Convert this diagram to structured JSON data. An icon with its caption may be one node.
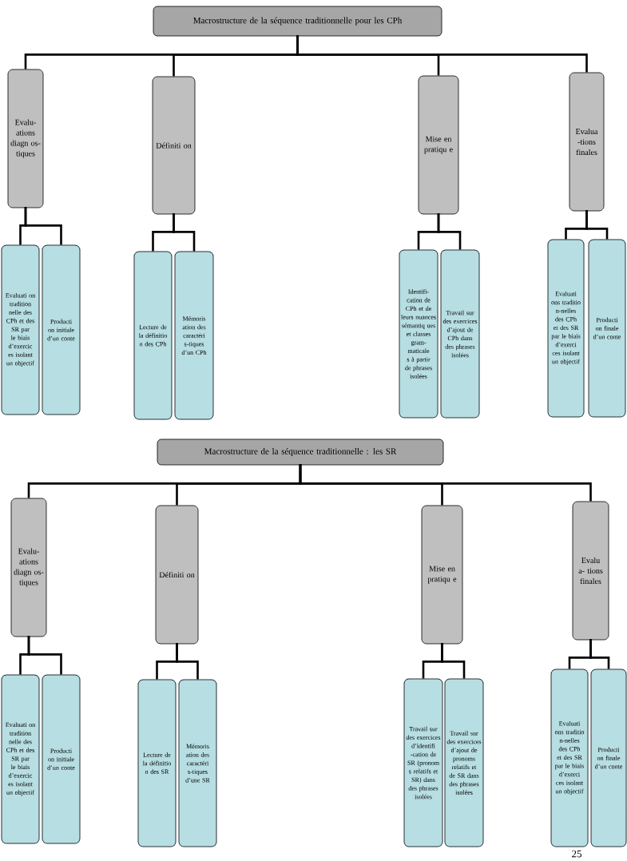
{
  "diagram": {
    "nodes": [
      {
        "text": [
          "Macrostructure de la séquence traditionnelle pour les CPh"
        ]
      },
      {
        "text": [
          "Evalu- ations diagn os- tiques"
        ]
      },
      {
        "text": [
          "Définiti on"
        ]
      },
      {
        "text": [
          "Mise en pratiqu e"
        ]
      },
      {
        "text": [
          "Evalua -tions finales"
        ]
      },
      {
        "text": [
          "Evaluati on tradition nelle des CPh et des SR par le biais d’exercic es isolant un objectif"
        ]
      },
      {
        "text": [
          "Producti on initiale d’un conte"
        ]
      },
      {
        "text": [
          "Lecture de la définitio n des CPh"
        ]
      },
      {
        "text": [
          "Mémoris ation des caractéri s-tiques d’un CPh"
        ]
      },
      {
        "text": [
          "Identifi- cation de CPh et de leurs nuances sémantiq ues et classes gram- maticale s à partir de phrases isolées"
        ]
      },
      {
        "text": [
          "Travail sur des exercices d’ajout de CPh dans des phrases isolées"
        ]
      },
      {
        "text": [
          "Evaluati ons traditio n-nelles des CPh et des SR par le biais d’exerci ces isolant un objectif"
        ]
      },
      {
        "text": [
          "Producti on finale d’un conte"
        ]
      },
      {
        "text": [
          "Macrostructure de la séquence traditionnelle : les SR"
        ]
      },
      {
        "text": [
          "Evalu- ations diagn os- tiques"
        ]
      },
      {
        "text": [
          "Définiti on"
        ]
      },
      {
        "text": [
          "Mise en pratiqu e"
        ]
      },
      {
        "text": [
          "Evalu a- tions finales"
        ]
      },
      {
        "text": [
          "Evaluati on tradition nelle des CPh et des SR par le biais d’exercic es isolant un objectif"
        ]
      },
      {
        "text": [
          "Producti on initiale d’un conte"
        ]
      },
      {
        "text": [
          "Lecture de la définitio n des SR"
        ]
      },
      {
        "text": [
          "Mémoris ation des caractéri s-tiques d’une SR"
        ]
      },
      {
        "text": [
          "Travail sur des exercices d’identifi -cation de SR (pronom s relatifs et SR) dans des phrases isolées"
        ]
      },
      {
        "text": [
          "Travail sur des exercices d’ajout de pronoms relatifs et de SR dans des phrases isolées"
        ]
      },
      {
        "text": [
          "Evaluati ons traditio n-nelles des CPh et des SR par le biais d’exerci ces isolant un objectif"
        ]
      },
      {
        "text": [
          "Producti on finale d’un conte"
        ]
      }
    ],
    "edges": [
      {
        "from": 0,
        "to": 1,
        "arrow": "none"
      },
      {
        "from": 0,
        "to": 2,
        "arrow": "none"
      },
      {
        "from": 0,
        "to": 3,
        "arrow": "none"
      },
      {
        "from": 0,
        "to": 4,
        "arrow": "none"
      },
      {
        "from": 1,
        "to": 5,
        "arrow": "none"
      },
      {
        "from": 1,
        "to": 6,
        "arrow": "none"
      },
      {
        "from": 2,
        "to": 7,
        "arrow": "none"
      },
      {
        "from": 2,
        "to": 8,
        "arrow": "none"
      },
      {
        "from": 3,
        "to": 9,
        "arrow": "none"
      },
      {
        "from": 3,
        "to": 10,
        "arrow": "none"
      },
      {
        "from": 4,
        "to": 11,
        "arrow": "none"
      },
      {
        "from": 4,
        "to": 12,
        "arrow": "none"
      },
      {
        "from": 13,
        "to": 14,
        "arrow": "none"
      },
      {
        "from": 13,
        "to": 15,
        "arrow": "none"
      },
      {
        "from": 13,
        "to": 16,
        "arrow": "none"
      },
      {
        "from": 13,
        "to": 17,
        "arrow": "none"
      },
      {
        "from": 14,
        "to": 18,
        "arrow": "none"
      },
      {
        "from": 14,
        "to": 19,
        "arrow": "none"
      },
      {
        "from": 15,
        "to": 20,
        "arrow": "none"
      },
      {
        "from": 15,
        "to": 21,
        "arrow": "none"
      },
      {
        "from": 16,
        "to": 22,
        "arrow": "none"
      },
      {
        "from": 16,
        "to": 23,
        "arrow": "none"
      },
      {
        "from": 17,
        "to": 24,
        "arrow": "none"
      },
      {
        "from": 17,
        "to": 25,
        "arrow": "none"
      }
    ],
    "labels": [
      "25"
    ]
  }
}
